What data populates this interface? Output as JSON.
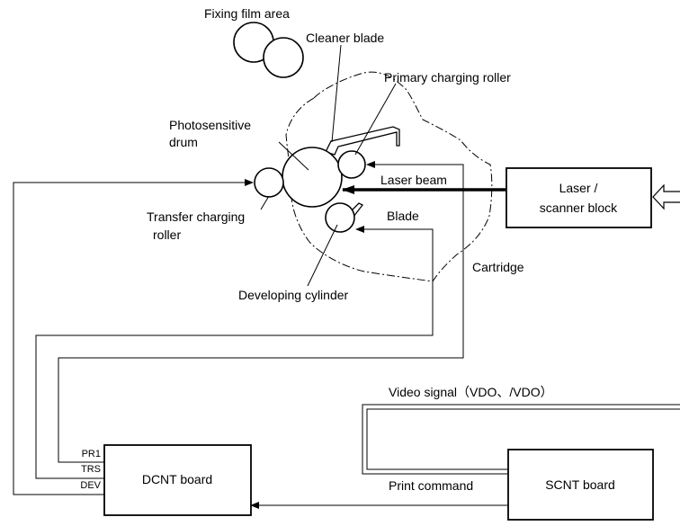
{
  "labels": {
    "fixing_film_area": "Fixing film area",
    "cleaner_blade": "Cleaner blade",
    "primary_charging_roller": "Primary charging roller",
    "photosensitive_drum_line1": "Photosensitive",
    "photosensitive_drum_line2": "drum",
    "laser_beam": "Laser beam",
    "transfer_charging_roller_line1": "Transfer charging",
    "transfer_charging_roller_line2": "roller",
    "blade": "Blade",
    "cartridge": "Cartridge",
    "developing_cylinder": "Developing cylinder",
    "video_signal": "Video signal（VDO、/VDO）",
    "print_command": "Print command"
  },
  "blocks": {
    "laser_scanner_line1": "Laser /",
    "laser_scanner_line2": "scanner block",
    "dcnt_board": "DCNT board",
    "scnt_board": "SCNT board"
  },
  "signals": {
    "pr1": "PR1",
    "trs": "TRS",
    "dev": "DEV"
  }
}
